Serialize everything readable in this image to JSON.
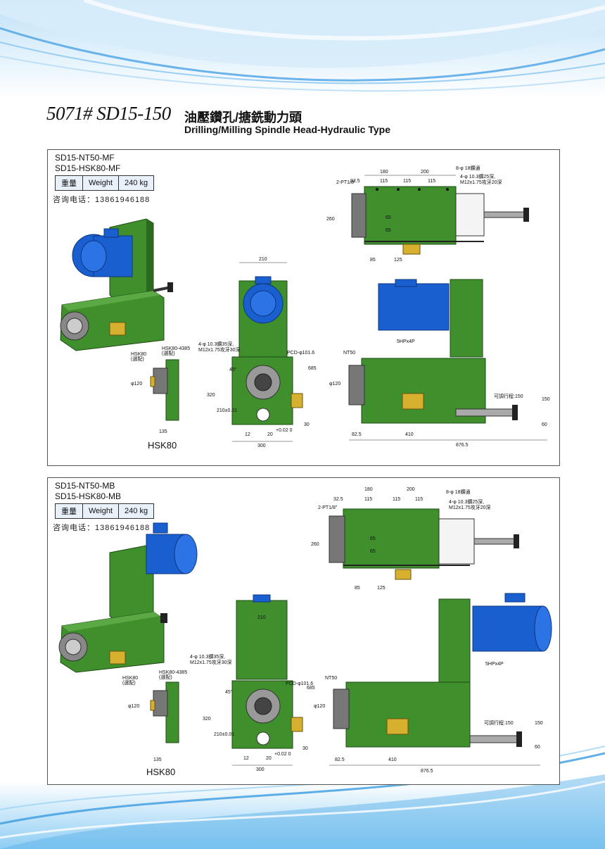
{
  "header": {
    "model_code": "5071# SD15-150",
    "title_cn": "油壓鑽孔/搪銑動力頭",
    "title_en": "Drilling/Milling Spindle Head-Hydraulic Type"
  },
  "panels": [
    {
      "model_line_1": "SD15-NT50-MF",
      "model_line_2": "SD15-HSK80-MF",
      "weight_label_cn": "重量",
      "weight_label_en": "Weight",
      "weight_value": "240 kg",
      "contact": "咨询电话：13861946188",
      "hsk_caption": "HSK80",
      "dims": {
        "d180": "180",
        "d200": "200",
        "d32_5": "32.5",
        "d115a": "115",
        "d115b": "115",
        "d115c": "115",
        "holes_top": "8-φ 18鑽通",
        "holes_side": "4-φ 10.3鑽25深,",
        "thread_side": "M12x1.75攻牙20深",
        "pt": "2-PT1/8\"",
        "d260": "260",
        "d85": "85",
        "d125": "125",
        "d65a": "65",
        "d65b": "65",
        "d210": "210",
        "holes_front": "4-φ 10.3鑽35深,",
        "thread_front": "M12x1.75攻牙30深",
        "pcd": "PCD-φ101.6",
        "d685": "685",
        "d320": "320",
        "d210tol": "210±0.01",
        "d45": "45°",
        "d12": "12",
        "d20": "20",
        "d20tol": "+0.02 0",
        "d30": "30",
        "d300": "300",
        "hsk_tool": "HSK80-4385",
        "hsk_tool_sub": "(選配)",
        "hsk_small": "HSK80",
        "hsk_small_sub": "(選配)",
        "d120": "φ120",
        "d135": "135",
        "motor": "5HPx4P",
        "nt50": "NT50",
        "stroke": "可調行程:150",
        "d150": "150",
        "d60": "60",
        "d82_5": "82.5",
        "d410": "410",
        "d876_5": "876.5"
      }
    },
    {
      "model_line_1": "SD15-NT50-MB",
      "model_line_2": "SD15-HSK80-MB",
      "weight_label_cn": "重量",
      "weight_label_en": "Weight",
      "weight_value": "240 kg",
      "contact": "咨询电话：13861946188",
      "hsk_caption": "HSK80",
      "dims": {
        "d180": "180",
        "d200": "200",
        "d32_5": "32.5",
        "d115a": "115",
        "d115b": "115",
        "d115c": "115",
        "holes_top": "8-φ 18鑽通",
        "holes_side": "4-φ 10.3鑽25深,",
        "thread_side": "M12x1.75攻牙20深",
        "pt": "2-PT1/8\"",
        "d260": "260",
        "d85": "85",
        "d125": "125",
        "d65a": "65",
        "d65b": "65",
        "d210": "210",
        "holes_front": "4-φ 10.3鑽35深,",
        "thread_front": "M12x1.75攻牙30深",
        "pcd": "PCD-φ101.6",
        "d685": "685",
        "d320": "320",
        "d210tol": "210±0.01",
        "d45": "45°",
        "d12": "12",
        "d20": "20",
        "d20tol": "+0.02 0",
        "d30": "30",
        "d300": "300",
        "hsk_tool": "HSK80-4385",
        "hsk_tool_sub": "(選配)",
        "hsk_small": "HSK80",
        "hsk_small_sub": "(選配)",
        "d120": "φ120",
        "d135": "135",
        "motor": "5HPx4P",
        "nt50": "NT50",
        "stroke": "可調行程:150",
        "d150": "150",
        "d60": "60",
        "d82_5": "82.5",
        "d410": "410",
        "d876_5": "876.5"
      }
    }
  ],
  "colors": {
    "machine_green": "#3f8f2c",
    "machine_dark": "#2b6a1e",
    "motor_blue": "#1a5fd0",
    "brass": "#d8b030",
    "wave_blue": "#4aa3e6"
  }
}
